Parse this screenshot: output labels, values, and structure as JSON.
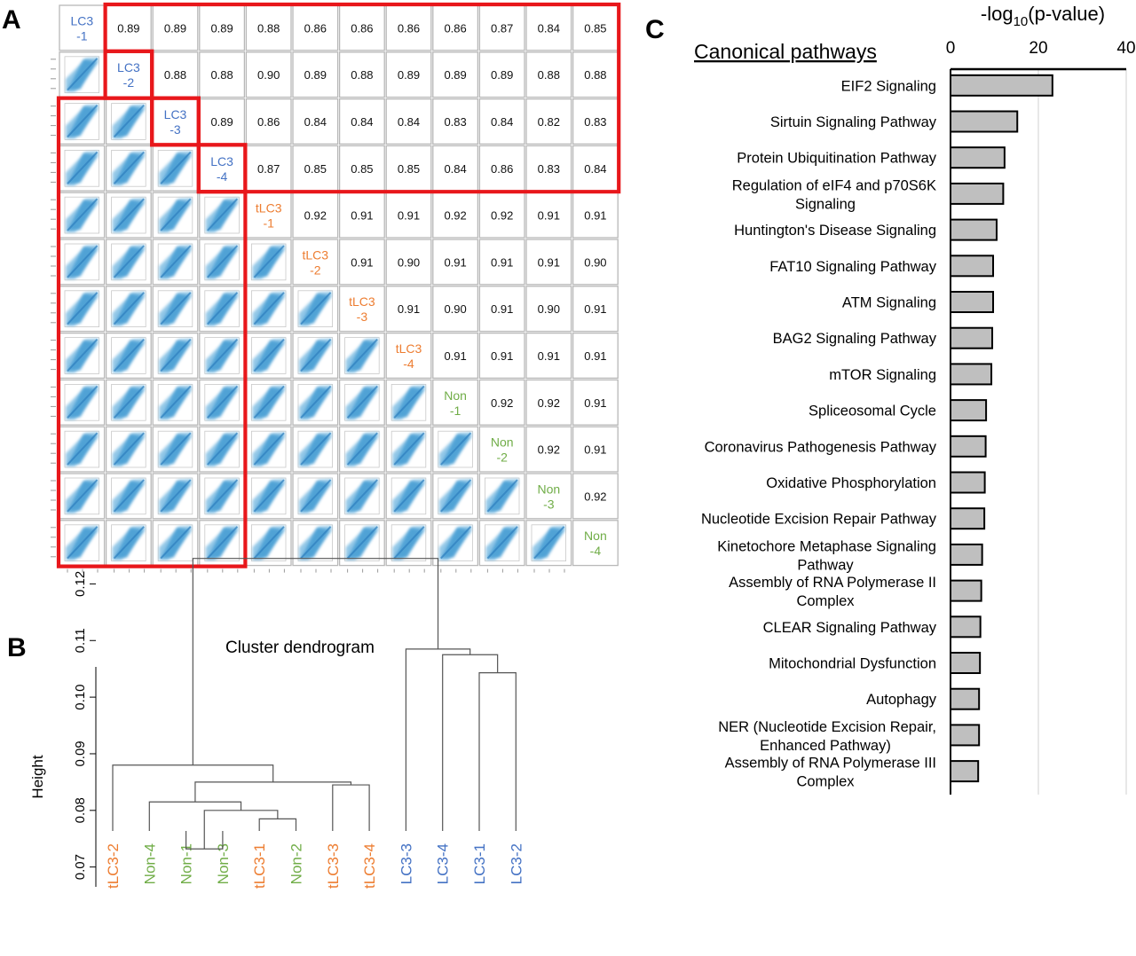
{
  "panels": {
    "a": {
      "letter": "A",
      "samples": [
        {
          "top": "LC3",
          "bottom": "-1",
          "group": "LC3"
        },
        {
          "top": "LC3",
          "bottom": "-2",
          "group": "LC3"
        },
        {
          "top": "LC3",
          "bottom": "-3",
          "group": "LC3"
        },
        {
          "top": "LC3",
          "bottom": "-4",
          "group": "LC3"
        },
        {
          "top": "tLC3",
          "bottom": "-1",
          "group": "tLC3"
        },
        {
          "top": "tLC3",
          "bottom": "-2",
          "group": "tLC3"
        },
        {
          "top": "tLC3",
          "bottom": "-3",
          "group": "tLC3"
        },
        {
          "top": "tLC3",
          "bottom": "-4",
          "group": "tLC3"
        },
        {
          "top": "Non",
          "bottom": "-1",
          "group": "Non"
        },
        {
          "top": "Non",
          "bottom": "-2",
          "group": "Non"
        },
        {
          "top": "Non",
          "bottom": "-3",
          "group": "Non"
        },
        {
          "top": "Non",
          "bottom": "-4",
          "group": "Non"
        }
      ],
      "group_colors": {
        "LC3": "#4472c4",
        "tLC3": "#ed7d31",
        "Non": "#70ad47"
      },
      "highlight_color": "#e8171b",
      "scatter_color": "#4a9fd4"
    },
    "b": {
      "letter": "B",
      "ylabel": "Height",
      "title": "Cluster dendrogram",
      "yticks": [
        "0.07",
        "0.08",
        "0.09",
        "0.10",
        "0.11",
        "0.12"
      ]
    },
    "c": {
      "letter": "C",
      "axis_title_main": "-log",
      "axis_title_sub": "10",
      "axis_title_rest": "(p-value)",
      "section_label": "Canonical pathways",
      "xticks": [
        "0",
        "20",
        "40"
      ],
      "bar_color": "#bfbfbf"
    }
  },
  "chart_data": [
    {
      "type": "heatmap",
      "title": "",
      "labels": [
        "LC3-1",
        "LC3-2",
        "LC3-3",
        "LC3-4",
        "tLC3-1",
        "tLC3-2",
        "tLC3-3",
        "tLC3-4",
        "Non-1",
        "Non-2",
        "Non-3",
        "Non-4"
      ],
      "correlations_upper": [
        [
          0.89,
          0.89,
          0.89,
          0.88,
          0.86,
          0.86,
          0.86,
          0.86,
          0.87,
          0.84,
          0.85
        ],
        [
          0.88,
          0.88,
          0.9,
          0.89,
          0.88,
          0.89,
          0.89,
          0.89,
          0.88,
          0.88
        ],
        [
          0.89,
          0.86,
          0.84,
          0.84,
          0.84,
          0.83,
          0.84,
          0.82,
          0.83
        ],
        [
          0.87,
          0.85,
          0.85,
          0.85,
          0.84,
          0.86,
          0.83,
          0.84
        ],
        [
          0.92,
          0.91,
          0.91,
          0.92,
          0.92,
          0.91,
          0.91
        ],
        [
          0.91,
          0.9,
          0.91,
          0.91,
          0.91,
          0.9
        ],
        [
          0.91,
          0.9,
          0.91,
          0.9,
          0.91
        ],
        [
          0.91,
          0.91,
          0.91,
          0.91
        ],
        [
          0.92,
          0.92,
          0.91
        ],
        [
          0.92,
          0.91
        ],
        [
          0.92
        ]
      ],
      "lower_triangle": "scatter plots"
    },
    {
      "type": "dendrogram",
      "title": "Cluster dendrogram",
      "ylabel": "Height",
      "ylim": [
        0.065,
        0.125
      ],
      "leaves": [
        {
          "label": "tLC3-2",
          "group": "tLC3"
        },
        {
          "label": "Non-4",
          "group": "Non"
        },
        {
          "label": "Non-1",
          "group": "Non"
        },
        {
          "label": "Non-3",
          "group": "Non"
        },
        {
          "label": "tLC3-1",
          "group": "tLC3"
        },
        {
          "label": "Non-2",
          "group": "Non"
        },
        {
          "label": "tLC3-3",
          "group": "tLC3"
        },
        {
          "label": "tLC3-4",
          "group": "tLC3"
        },
        {
          "label": "LC3-3",
          "group": "LC3"
        },
        {
          "label": "LC3-4",
          "group": "LC3"
        },
        {
          "label": "LC3-1",
          "group": "LC3"
        },
        {
          "label": "LC3-2",
          "group": "LC3"
        }
      ],
      "merges": [
        {
          "a": 2,
          "b": 3,
          "height": 0.0732
        },
        {
          "a": 4,
          "b": 5,
          "height": 0.0785
        },
        {
          "a": 12,
          "b": 13,
          "height": 0.08
        },
        {
          "a": 1,
          "b": 14,
          "height": 0.0815
        },
        {
          "a": 6,
          "b": 7,
          "height": 0.0845
        },
        {
          "a": 15,
          "b": 16,
          "height": 0.085
        },
        {
          "a": 0,
          "b": 17,
          "height": 0.088
        },
        {
          "a": 10,
          "b": 11,
          "height": 0.1043
        },
        {
          "a": 9,
          "b": 19,
          "height": 0.1075
        },
        {
          "a": 8,
          "b": 20,
          "height": 0.1085
        },
        {
          "a": 18,
          "b": 21,
          "height": 0.1245
        }
      ]
    },
    {
      "type": "bar",
      "orientation": "horizontal",
      "categories": [
        "EIF2 Signaling",
        "Sirtuin Signaling Pathway",
        "Protein Ubiquitination Pathway",
        "Regulation of eIF4 and p70S6K Signaling",
        "Huntington's Disease Signaling",
        "FAT10 Signaling Pathway",
        "ATM Signaling",
        "BAG2 Signaling Pathway",
        "mTOR Signaling",
        "Spliceosomal Cycle",
        "Coronavirus Pathogenesis Pathway",
        "Oxidative Phosphorylation",
        "Nucleotide Excision Repair Pathway",
        "Kinetochore Metaphase Signaling Pathway",
        "Assembly of RNA Polymerase II Complex",
        "CLEAR Signaling Pathway",
        "Mitochondrial Dysfunction",
        "Autophagy",
        "NER (Nucleotide Excision Repair, Enhanced Pathway)",
        "Assembly of RNA Polymerase III Complex"
      ],
      "label_lines": [
        [
          "EIF2 Signaling"
        ],
        [
          "Sirtuin Signaling Pathway"
        ],
        [
          "Protein Ubiquitination Pathway"
        ],
        [
          "Regulation of eIF4 and p70S6K",
          "Signaling"
        ],
        [
          "Huntington's Disease Signaling"
        ],
        [
          "FAT10 Signaling Pathway"
        ],
        [
          "ATM Signaling"
        ],
        [
          "BAG2 Signaling Pathway"
        ],
        [
          "mTOR Signaling"
        ],
        [
          "Spliceosomal Cycle"
        ],
        [
          "Coronavirus Pathogenesis Pathway"
        ],
        [
          "Oxidative Phosphorylation"
        ],
        [
          "Nucleotide Excision Repair Pathway"
        ],
        [
          "Kinetochore Metaphase Signaling",
          "Pathway"
        ],
        [
          "Assembly of RNA Polymerase II",
          "Complex"
        ],
        [
          "CLEAR Signaling Pathway"
        ],
        [
          "Mitochondrial Dysfunction"
        ],
        [
          "Autophagy"
        ],
        [
          "NER (Nucleotide Excision Repair,",
          "Enhanced Pathway)"
        ],
        [
          "Assembly of RNA Polymerase III",
          "Complex"
        ]
      ],
      "values": [
        23.2,
        15.2,
        12.3,
        12.0,
        10.5,
        9.7,
        9.7,
        9.5,
        9.3,
        8.1,
        8.0,
        7.8,
        7.7,
        7.2,
        7.0,
        6.8,
        6.7,
        6.5,
        6.5,
        6.3
      ],
      "xlabel": "-log10(p-value)",
      "xlim": [
        0,
        40
      ],
      "grid": true
    }
  ]
}
